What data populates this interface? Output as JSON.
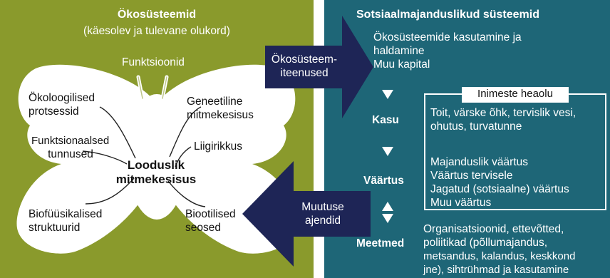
{
  "colors": {
    "left_panel": "#8a9a2c",
    "right_panel": "#1e6677",
    "arrow": "#1e2556",
    "butterfly": "#ffffff",
    "box_border": "#ffffff"
  },
  "icons": [
    "butterfly-icon",
    "triangle-down-icon",
    "triangle-up-icon",
    "block-arrow-right-icon",
    "block-arrow-left-icon"
  ],
  "left": {
    "title": "Ökosüsteemid",
    "subtitle": "(käesolev ja tulevane olukord)",
    "functions": "Funktsioonid",
    "center_line1": "Looduslik",
    "center_line2": "mitmekesisus",
    "items": {
      "ecological_1": "Ökoloogilised",
      "ecological_2": "protsessid",
      "functional_1": "Funktsionaalsed",
      "functional_2": "tunnused",
      "biophysical_1": "Biofüüsikalised",
      "biophysical_2": "struktuurid",
      "genetic_1": "Geneetiline",
      "genetic_2": "mitmekesisus",
      "species": "Liigirikkus",
      "biotic_1": "Biootilised",
      "biotic_2": "seosed"
    }
  },
  "arrows": {
    "services_1": "Ökosüsteem-",
    "services_2": "iteenused",
    "drivers_1": "Muutuse",
    "drivers_2": "ajendid"
  },
  "right": {
    "title": "Sotsiaalmajanduslikud süsteemid",
    "use_1": "Ökosüsteemide kasutamine ja",
    "use_2": "haldamine",
    "use_3": "Muu kapital",
    "box_title": "Inimeste heaolu",
    "benefit_label": "Kasu",
    "benefit_1": "Toit, värske õhk, tervislik vesi,",
    "benefit_2": "ohutus, turvatunne",
    "value_label": "Väärtus",
    "value_1": "Majanduslik väärtus",
    "value_2": "Väärtus tervisele",
    "value_3": "Jagatud (sotsiaalne) väärtus",
    "value_4": "Muu väärtus",
    "measures_label": "Meetmed",
    "measures_1": "Organisatsioonid, ettevõtted,",
    "measures_2": "poliitikad (põllumajandus,",
    "measures_3": "metsandus, kalandus, keskkond",
    "measures_4": "jne), sihtrühmad ja kasutamine"
  }
}
